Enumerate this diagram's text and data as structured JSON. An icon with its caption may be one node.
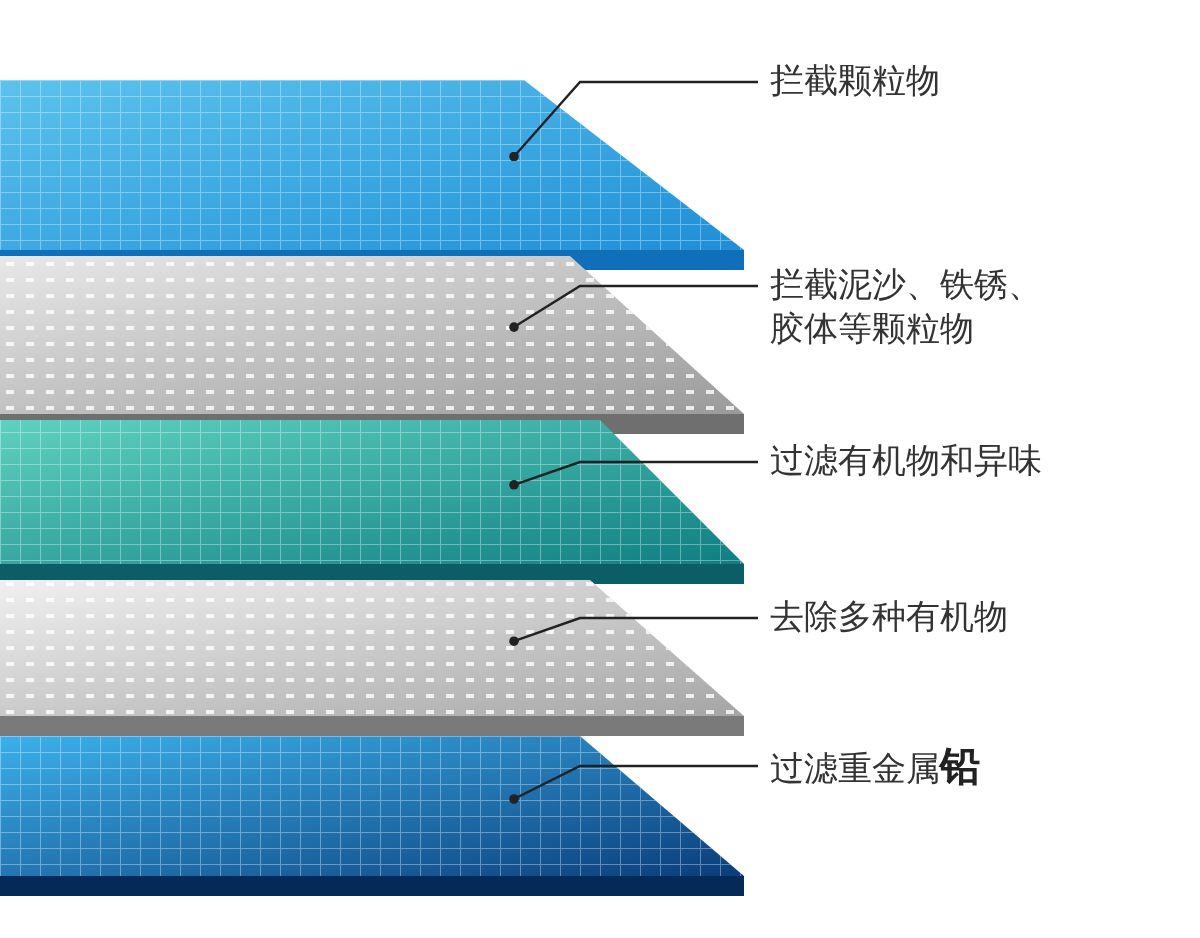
{
  "diagram": {
    "nodes": [
      {
        "text": [],
        "shape": "box"
      },
      {
        "text": [],
        "shape": "box"
      },
      {
        "text": [],
        "shape": "box"
      },
      {
        "text": [],
        "shape": "box"
      },
      {
        "text": [],
        "shape": "box"
      },
      {
        "text": [
          "拦截颗粒物"
        ]
      },
      {
        "text": [
          "拦截泥沙、铁锈、胶体等颗粒物"
        ]
      },
      {
        "text": [
          "过滤有机物和异味"
        ]
      },
      {
        "text": [
          "去除多种有机物"
        ]
      },
      {
        "text": [
          "过滤重金属**铅**"
        ]
      }
    ],
    "edges": [
      {
        "from": 5,
        "to": 0,
        "arrow": "other"
      },
      {
        "from": 6,
        "to": 1,
        "arrow": "other"
      },
      {
        "from": 7,
        "to": 2,
        "arrow": "other"
      },
      {
        "from": 8,
        "to": 3,
        "arrow": "other"
      },
      {
        "from": 9,
        "to": 4,
        "arrow": "other"
      }
    ]
  }
}
